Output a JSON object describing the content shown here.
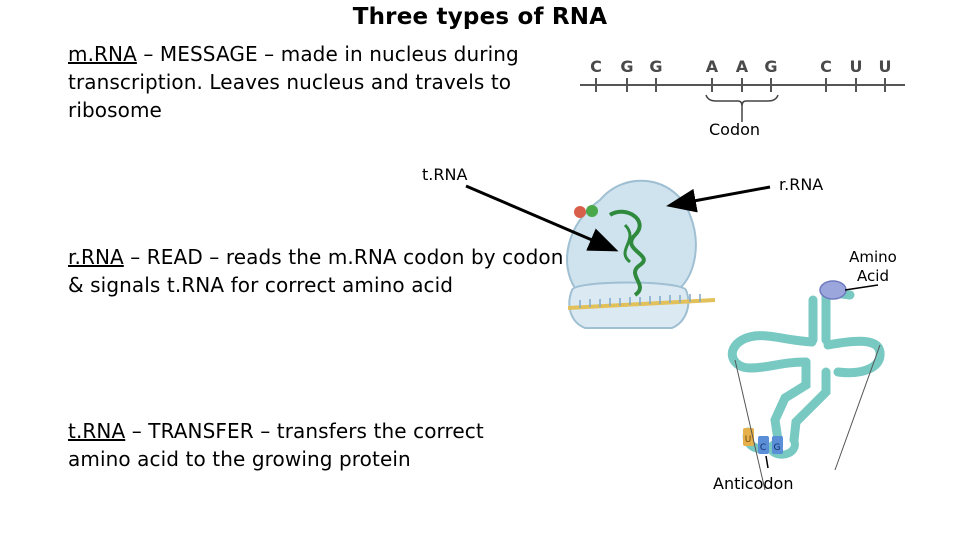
{
  "title": "Three types of RNA",
  "mrna": {
    "term": "m.RNA",
    "text": " – MESSAGE – made in nucleus during transcription.  Leaves nucleus and travels to ribosome"
  },
  "rrna": {
    "term": "r.RNA",
    "text": " – READ – reads the m.RNA codon by codon & signals t.RNA for correct amino acid"
  },
  "trna": {
    "term": "t.RNA",
    "text": " – TRANSFER – transfers the correct amino acid to the growing protein"
  },
  "labels": {
    "trna": "t.RNA",
    "rrna": "r.RNA",
    "amino_line1": "Amino",
    "amino_line2": "Acid",
    "codon": "Codon",
    "anticodon": "Anticodon"
  },
  "sequence": [
    "C",
    "G",
    "G",
    "A",
    "A",
    "G",
    "C",
    "U",
    "U"
  ],
  "anticodon_bases": [
    "U",
    "C",
    "G"
  ],
  "colors": {
    "ribosome": "#cfe3ef",
    "trna_strand": "#79c9c3",
    "amino_acid": "#9aa6dc",
    "mrna_strand": "#e2c15a",
    "trna_in_ribosome": "#2f8a3e"
  }
}
